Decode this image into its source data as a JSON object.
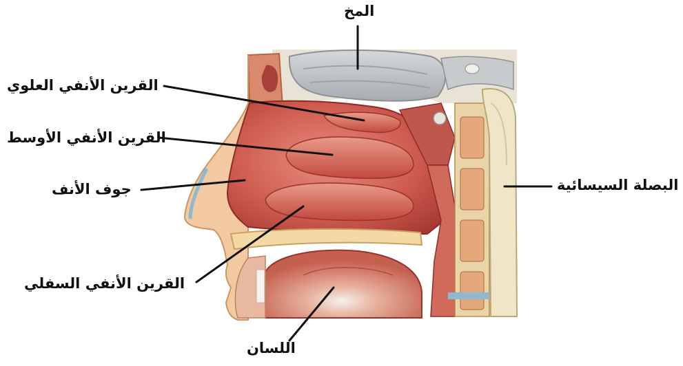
{
  "labels": {
    "brain": "المخ",
    "superior_concha": "القرين الأنفي العلوي",
    "middle_concha": "القرين الأنفي الأوسط",
    "nasal_cavity": "جوف الأنف",
    "inferior_concha": "القرين الأنفي السفلي",
    "tongue": "اللسان",
    "medulla": "البصلة السيسائية"
  },
  "colors": {
    "mucosa": "#c9534a",
    "mucosa_dark": "#8f2a24",
    "mucosa_light": "#e08a7a",
    "skin": "#f2c9a0",
    "bone": "#f3d9a4",
    "brain": "#bfc3c6",
    "spinal": "#efe6c8",
    "cartilage_blue": "#8fb9cf",
    "leader": "#111111"
  }
}
